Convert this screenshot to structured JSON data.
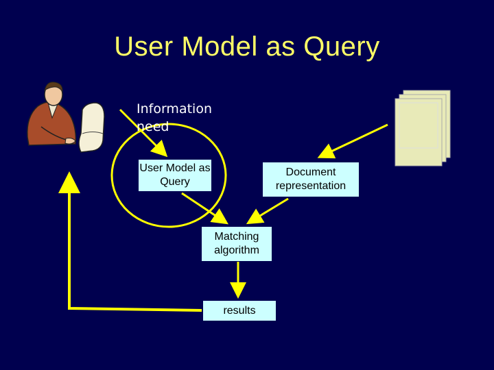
{
  "title": "User Model as Query",
  "labels": {
    "information_need": "Information need",
    "user_model_box": "User Model as Query",
    "document_box": "Document representation",
    "matching_box": "Matching algorithm",
    "results_box": "results"
  },
  "icons": {
    "user": "person-at-computer-icon",
    "documents": "document-stack-icon"
  },
  "colors": {
    "background": "#00004f",
    "title": "#ffff66",
    "box_fill": "#ccffff",
    "arrow": "#ffff00"
  }
}
